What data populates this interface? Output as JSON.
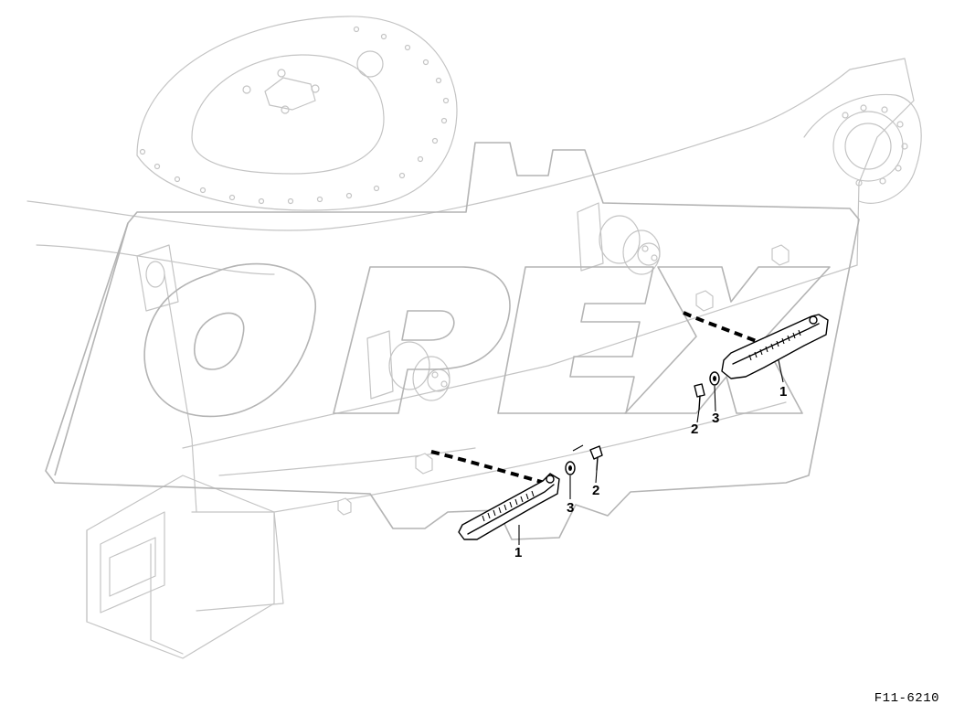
{
  "figure_code": "F11-6210",
  "watermark": "OPEX",
  "callouts": {
    "upper_guide": "1",
    "upper_bolt": "2",
    "upper_washer": "3",
    "lower_guide": "1",
    "lower_washer": "3",
    "lower_bolt": "2"
  }
}
